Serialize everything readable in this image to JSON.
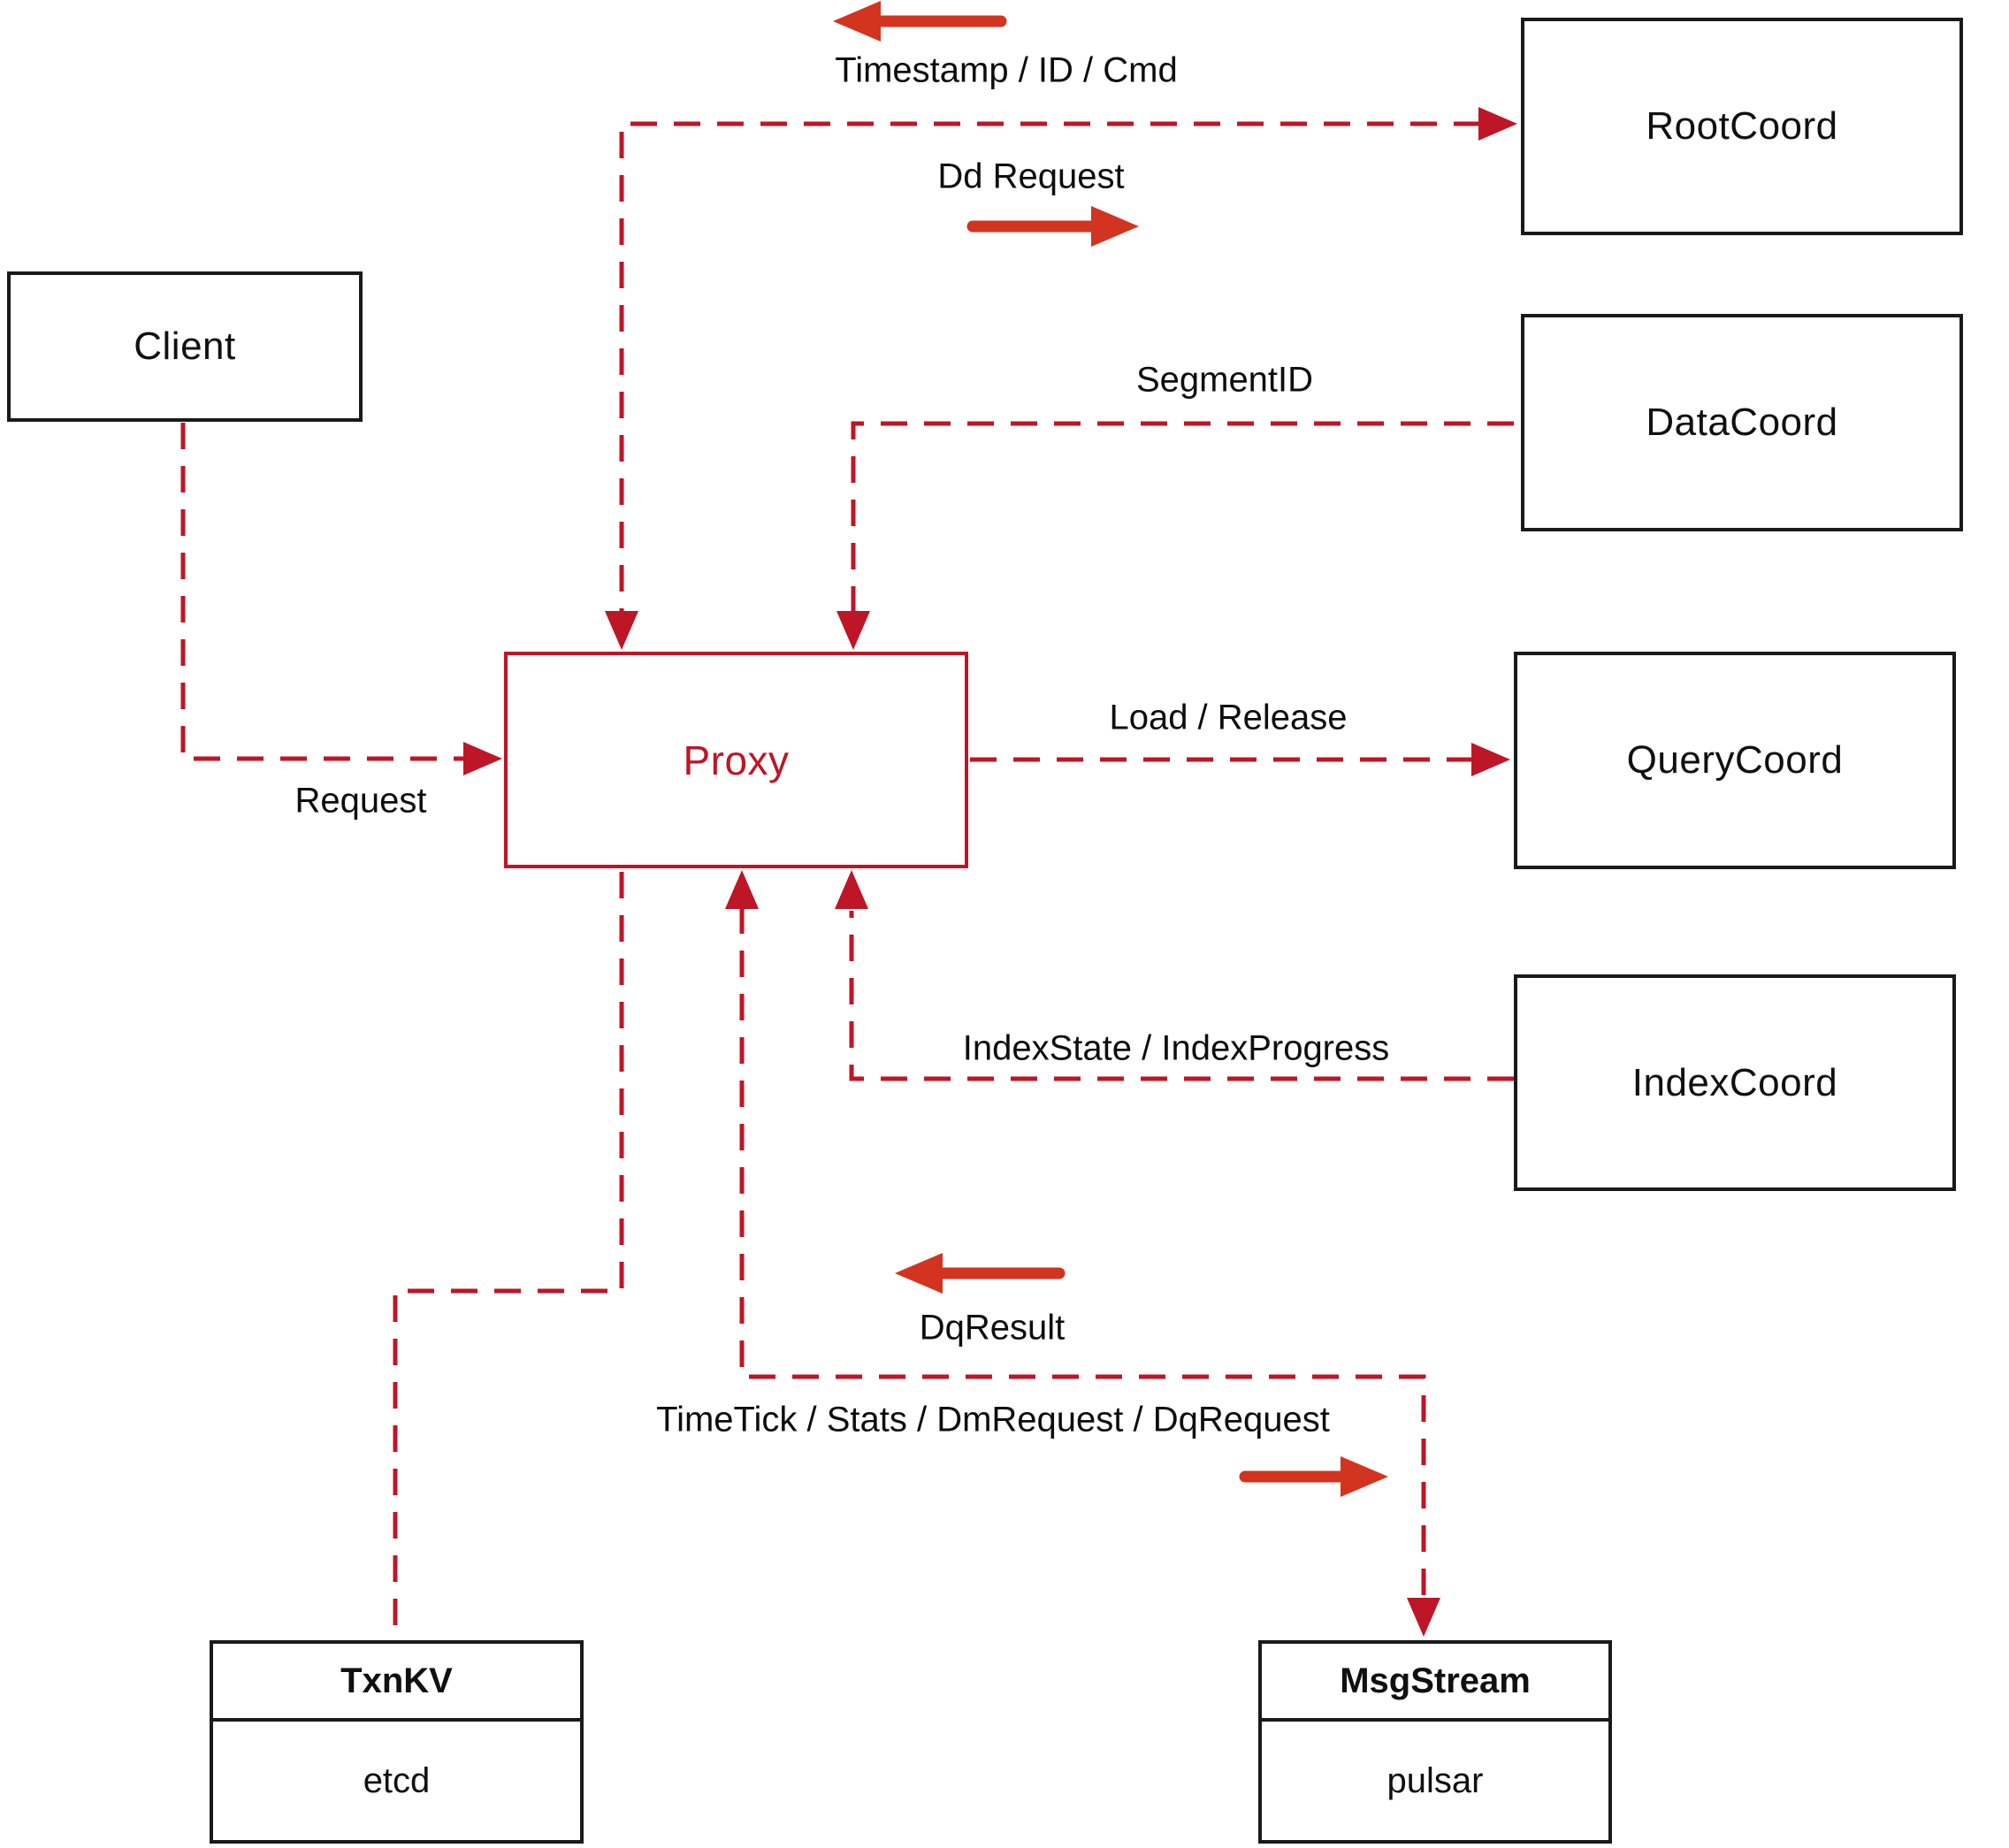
{
  "diagram": {
    "nodes": {
      "client": {
        "label": "Client"
      },
      "proxy": {
        "label": "Proxy"
      },
      "root_coord": {
        "label": "RootCoord"
      },
      "data_coord": {
        "label": "DataCoord"
      },
      "query_coord": {
        "label": "QueryCoord"
      },
      "index_coord": {
        "label": "IndexCoord"
      },
      "txn_kv": {
        "title": "TxnKV",
        "subtitle": "etcd"
      },
      "msg_stream": {
        "title": "MsgStream",
        "subtitle": "pulsar"
      }
    },
    "labels": {
      "timestamp": "Timestamp / ID / Cmd",
      "dd_request": "Dd Request",
      "segment_id": "SegmentID",
      "request": "Request",
      "load_release": "Load / Release",
      "index_state": "IndexState / IndexProgress",
      "dq_result": "DqResult",
      "timetick": "TimeTick / Stats / DmRequest / DqRequest"
    },
    "edges": [
      {
        "from": "Proxy",
        "to": "RootCoord",
        "labels": [
          "Timestamp / ID / Cmd",
          "Dd Request"
        ],
        "style": "dashed, arrowheads into RootCoord and into Proxy top"
      },
      {
        "from": "DataCoord",
        "to": "Proxy",
        "labels": [
          "SegmentID"
        ],
        "style": "dashed, arrowhead into Proxy top"
      },
      {
        "from": "Client",
        "to": "Proxy",
        "labels": [
          "Request"
        ],
        "style": "dashed, arrowhead into Proxy left"
      },
      {
        "from": "Proxy",
        "to": "QueryCoord",
        "labels": [
          "Load / Release"
        ],
        "style": "dashed, arrowhead into QueryCoord"
      },
      {
        "from": "IndexCoord",
        "to": "Proxy",
        "labels": [
          "IndexState / IndexProgress"
        ],
        "style": "dashed, arrowhead into Proxy bottom"
      },
      {
        "from": "Proxy",
        "to": "MsgStream",
        "labels": [
          "DqResult",
          "TimeTick / Stats / DmRequest / DqRequest"
        ],
        "style": "dashed, arrowheads into Proxy bottom and into MsgStream top"
      },
      {
        "from": "Proxy",
        "to": "TxnKV",
        "labels": [],
        "style": "dashed, no arrowheads"
      }
    ],
    "colors": {
      "line_red": "#be1626",
      "thick_arrow_red": "#d23420",
      "box_border_black": "#1a1a1a",
      "text_black": "#0d0d0d",
      "background": "#ffffff"
    }
  }
}
